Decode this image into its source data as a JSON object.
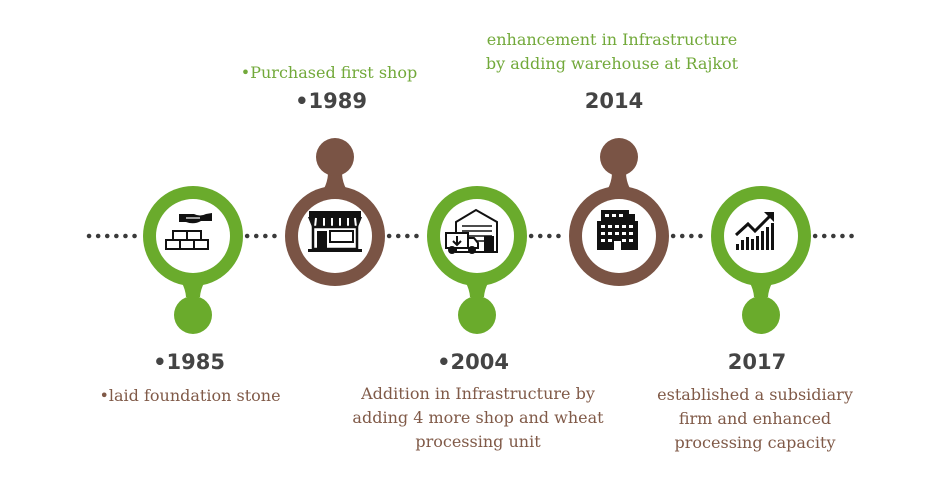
{
  "colors": {
    "green": "#6aab2c",
    "brown": "#7a5445",
    "dot": "#3a3a3a",
    "text_dark": "#444444"
  },
  "milestones": [
    {
      "year": "•1985",
      "lines": [
        "•laid foundation stone"
      ],
      "icon": "bricks-hand-icon",
      "color": "green",
      "stem": "down"
    },
    {
      "year": "•1989",
      "lines": [
        "•Purchased first shop"
      ],
      "icon": "storefront-icon",
      "color": "brown",
      "stem": "up"
    },
    {
      "year": "•2004",
      "lines": [
        "Addition in Infrastructure by",
        "adding 4 more shop and wheat",
        "processing unit"
      ],
      "icon": "warehouse-truck-icon",
      "color": "green",
      "stem": "down"
    },
    {
      "year": "2014",
      "lines": [
        "enhancement in Infrastructure",
        "by adding warehouse at Rajkot"
      ],
      "icon": "office-building-icon",
      "color": "brown",
      "stem": "up"
    },
    {
      "year": "2017",
      "lines": [
        "established a subsidiary",
        "firm and enhanced",
        "processing capacity"
      ],
      "icon": "growth-chart-icon",
      "color": "green",
      "stem": "down"
    }
  ]
}
